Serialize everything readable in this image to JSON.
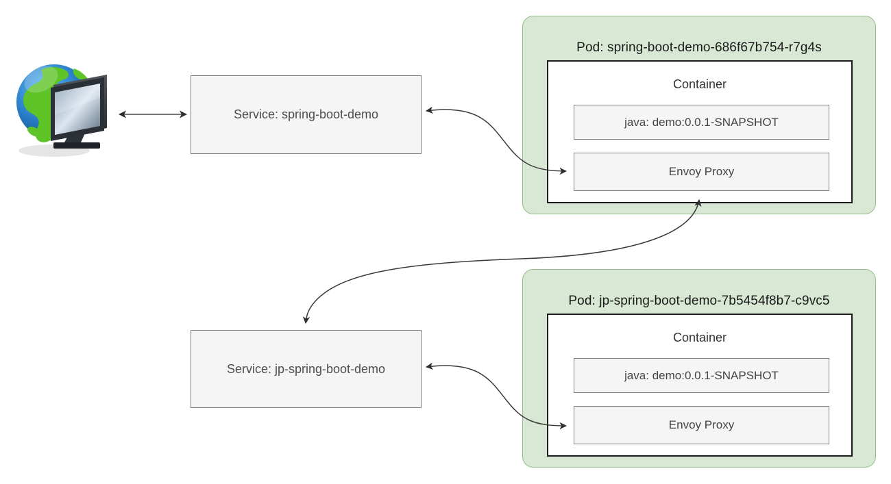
{
  "diagram": {
    "title": "Kubernetes service mesh topology with Envoy sidecar proxies",
    "colors": {
      "pod_fill": "#d8e8d4",
      "pod_border": "#93bd8a",
      "container_fill": "#ffffff",
      "container_border": "#1b1b1b",
      "inner_fill": "#f5f5f5",
      "inner_border": "#808080",
      "service_fill": "#f5f5f5",
      "service_border": "#7d7d7d",
      "arrow": "#3a3a3a",
      "text_dark": "#1a1a1a",
      "text_grey": "#444444"
    }
  },
  "client": {
    "icon_name": "globe-monitor-icon",
    "label": ""
  },
  "services": [
    {
      "id": "service-spring-boot-demo",
      "label": "Service: spring-boot-demo"
    },
    {
      "id": "service-jp-spring-boot-demo",
      "label": "Service: jp-spring-boot-demo"
    }
  ],
  "pods": [
    {
      "id": "pod-spring-boot-demo",
      "title": "Pod: spring-boot-demo-686f67b754-r7g4s",
      "container_label": "Container",
      "items": [
        {
          "id": "java-image",
          "label": "java: demo:0.0.1-SNAPSHOT"
        },
        {
          "id": "envoy-proxy",
          "label": "Envoy Proxy"
        }
      ]
    },
    {
      "id": "pod-jp-spring-boot-demo",
      "title": "Pod: jp-spring-boot-demo-7b5454f8b7-c9vc5",
      "container_label": "Container",
      "items": [
        {
          "id": "java-image",
          "label": "java: demo:0.0.1-SNAPSHOT"
        },
        {
          "id": "envoy-proxy",
          "label": "Envoy Proxy"
        }
      ]
    }
  ],
  "connections": [
    {
      "id": "client-to-service-1",
      "from": "globe-monitor-icon",
      "to": "service-spring-boot-demo",
      "style": "straight",
      "arrowheads": "both"
    },
    {
      "id": "service-1-to-envoy-1",
      "from": "service-spring-boot-demo",
      "to": "pod-spring-boot-demo.envoy-proxy",
      "style": "s-curve",
      "arrowheads": "both"
    },
    {
      "id": "envoy-1-to-service-2",
      "from": "pod-spring-boot-demo.envoy-proxy",
      "to": "service-jp-spring-boot-demo",
      "style": "long-curve",
      "arrowheads": "both"
    },
    {
      "id": "service-2-to-envoy-2",
      "from": "service-jp-spring-boot-demo",
      "to": "pod-jp-spring-boot-demo.envoy-proxy",
      "style": "s-curve",
      "arrowheads": "both"
    }
  ]
}
